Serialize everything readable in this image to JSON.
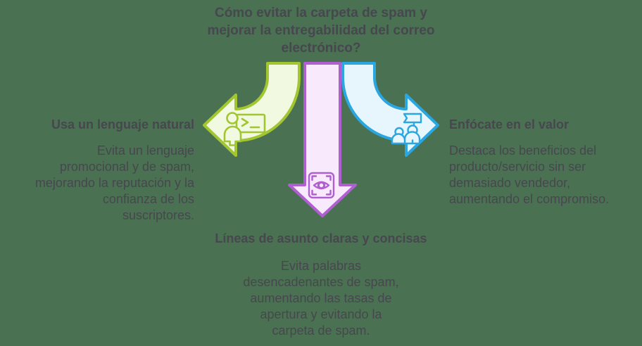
{
  "colors": {
    "bg": "#4a7151",
    "text": "#47474f",
    "green-stroke": "#a1c630",
    "green-fill": "#f1f9e1",
    "purple-stroke": "#b05fd0",
    "purple-fill": "#f8eafc",
    "blue-stroke": "#2aa6e0",
    "blue-fill": "#e7f5fc"
  },
  "title": "Cómo evitar la carpeta de spam y\nmejorar la entregabilidad del correo\nelectrónico?",
  "sections": {
    "left": {
      "heading": "Usa un lenguaje natural",
      "body": "Evita un lenguaje\npromocional y de spam,\nmejorando la reputación y la\nconfianza de los\nsuscriptores.",
      "icon": "person-terminal-icon",
      "arrow_direction": "left"
    },
    "center": {
      "heading": "Líneas de asunto claras y concisas",
      "body": "Evita palabras\ndesencadenantes de spam,\naumentando las tasas de\napertura y evitando la\ncarpeta de spam.",
      "icon": "eye-scan-icon",
      "arrow_direction": "down"
    },
    "right": {
      "heading": "Enfócate en el valor",
      "body": "Destaca los beneficios del\nproducto/servicio sin ser\ndemasiado vendedor,\naumentando el compromiso.",
      "icon": "team-flag-icon",
      "arrow_direction": "right"
    }
  }
}
